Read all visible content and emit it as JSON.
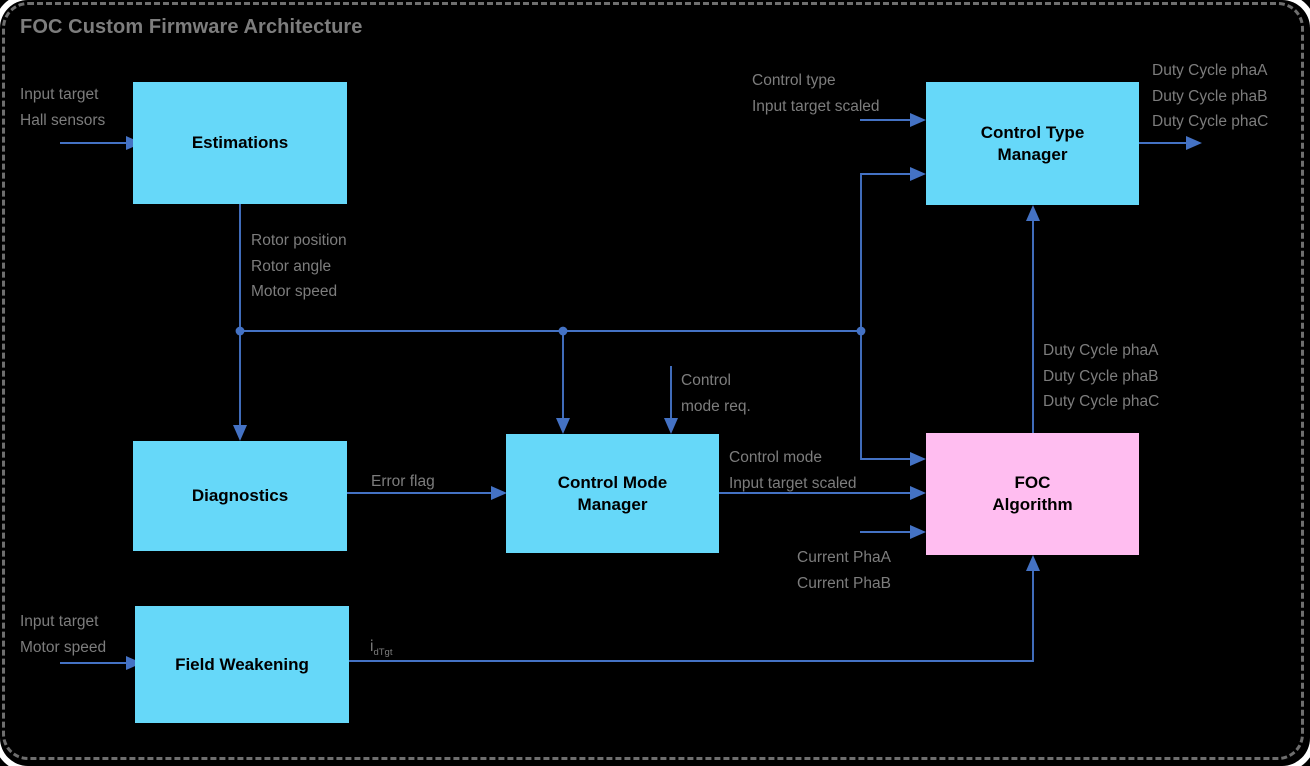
{
  "diagram": {
    "title": "FOC Custom Firmware Architecture",
    "colors": {
      "background": "#000000",
      "block_primary": "#66d8f9",
      "block_accent": "#ffbdf0",
      "wire": "#4472c4",
      "label_text": "#7d7d7d",
      "frame": "#6e6e6e"
    }
  },
  "blocks": [
    {
      "id": "estimations",
      "label": "Estimations",
      "color": "#66d8f9"
    },
    {
      "id": "control-type-manager",
      "label": "Control Type\nManager",
      "line1": "Control Type",
      "line2": "Manager",
      "color": "#66d8f9"
    },
    {
      "id": "diagnostics",
      "label": "Diagnostics",
      "color": "#66d8f9"
    },
    {
      "id": "control-mode-manager",
      "label": "Control Mode Manager",
      "line1": "Control Mode",
      "line2": "Manager",
      "color": "#66d8f9"
    },
    {
      "id": "foc-algorithm",
      "label": "FOC Algorithm",
      "line1": "FOC",
      "line2": "Algorithm",
      "color": "#ffbdf0"
    },
    {
      "id": "field-weakening",
      "label": "Field Weakening",
      "color": "#66d8f9"
    }
  ],
  "signals": {
    "estimations_in_l1": "Input target",
    "estimations_in_l2": "Hall sensors",
    "estimations_out_l1": "Rotor position",
    "estimations_out_l2": "Rotor angle",
    "estimations_out_l3": "Motor speed",
    "ctm_in_l1": "Control type",
    "ctm_in_l2": "Input target scaled",
    "ctm_out_l1": "Duty Cycle phaA",
    "ctm_out_l2": "Duty Cycle phaB",
    "ctm_out_l3": "Duty Cycle phaC",
    "foc_out_l1": "Duty Cycle phaA",
    "foc_out_l2": "Duty Cycle phaB",
    "foc_out_l3": "Duty Cycle phaC",
    "control_mode_req_l1": "Control",
    "control_mode_req_l2": "mode req.",
    "error_flag": "Error flag",
    "cmm_out_l1": "Control mode",
    "cmm_out_l2": "Input target scaled",
    "current_l1": "Current PhaA",
    "current_l2": "Current PhaB",
    "fw_in_l1": "Input target",
    "fw_in_l2": "Motor speed",
    "fw_out_main": "i",
    "fw_out_sub": "dTgt"
  }
}
